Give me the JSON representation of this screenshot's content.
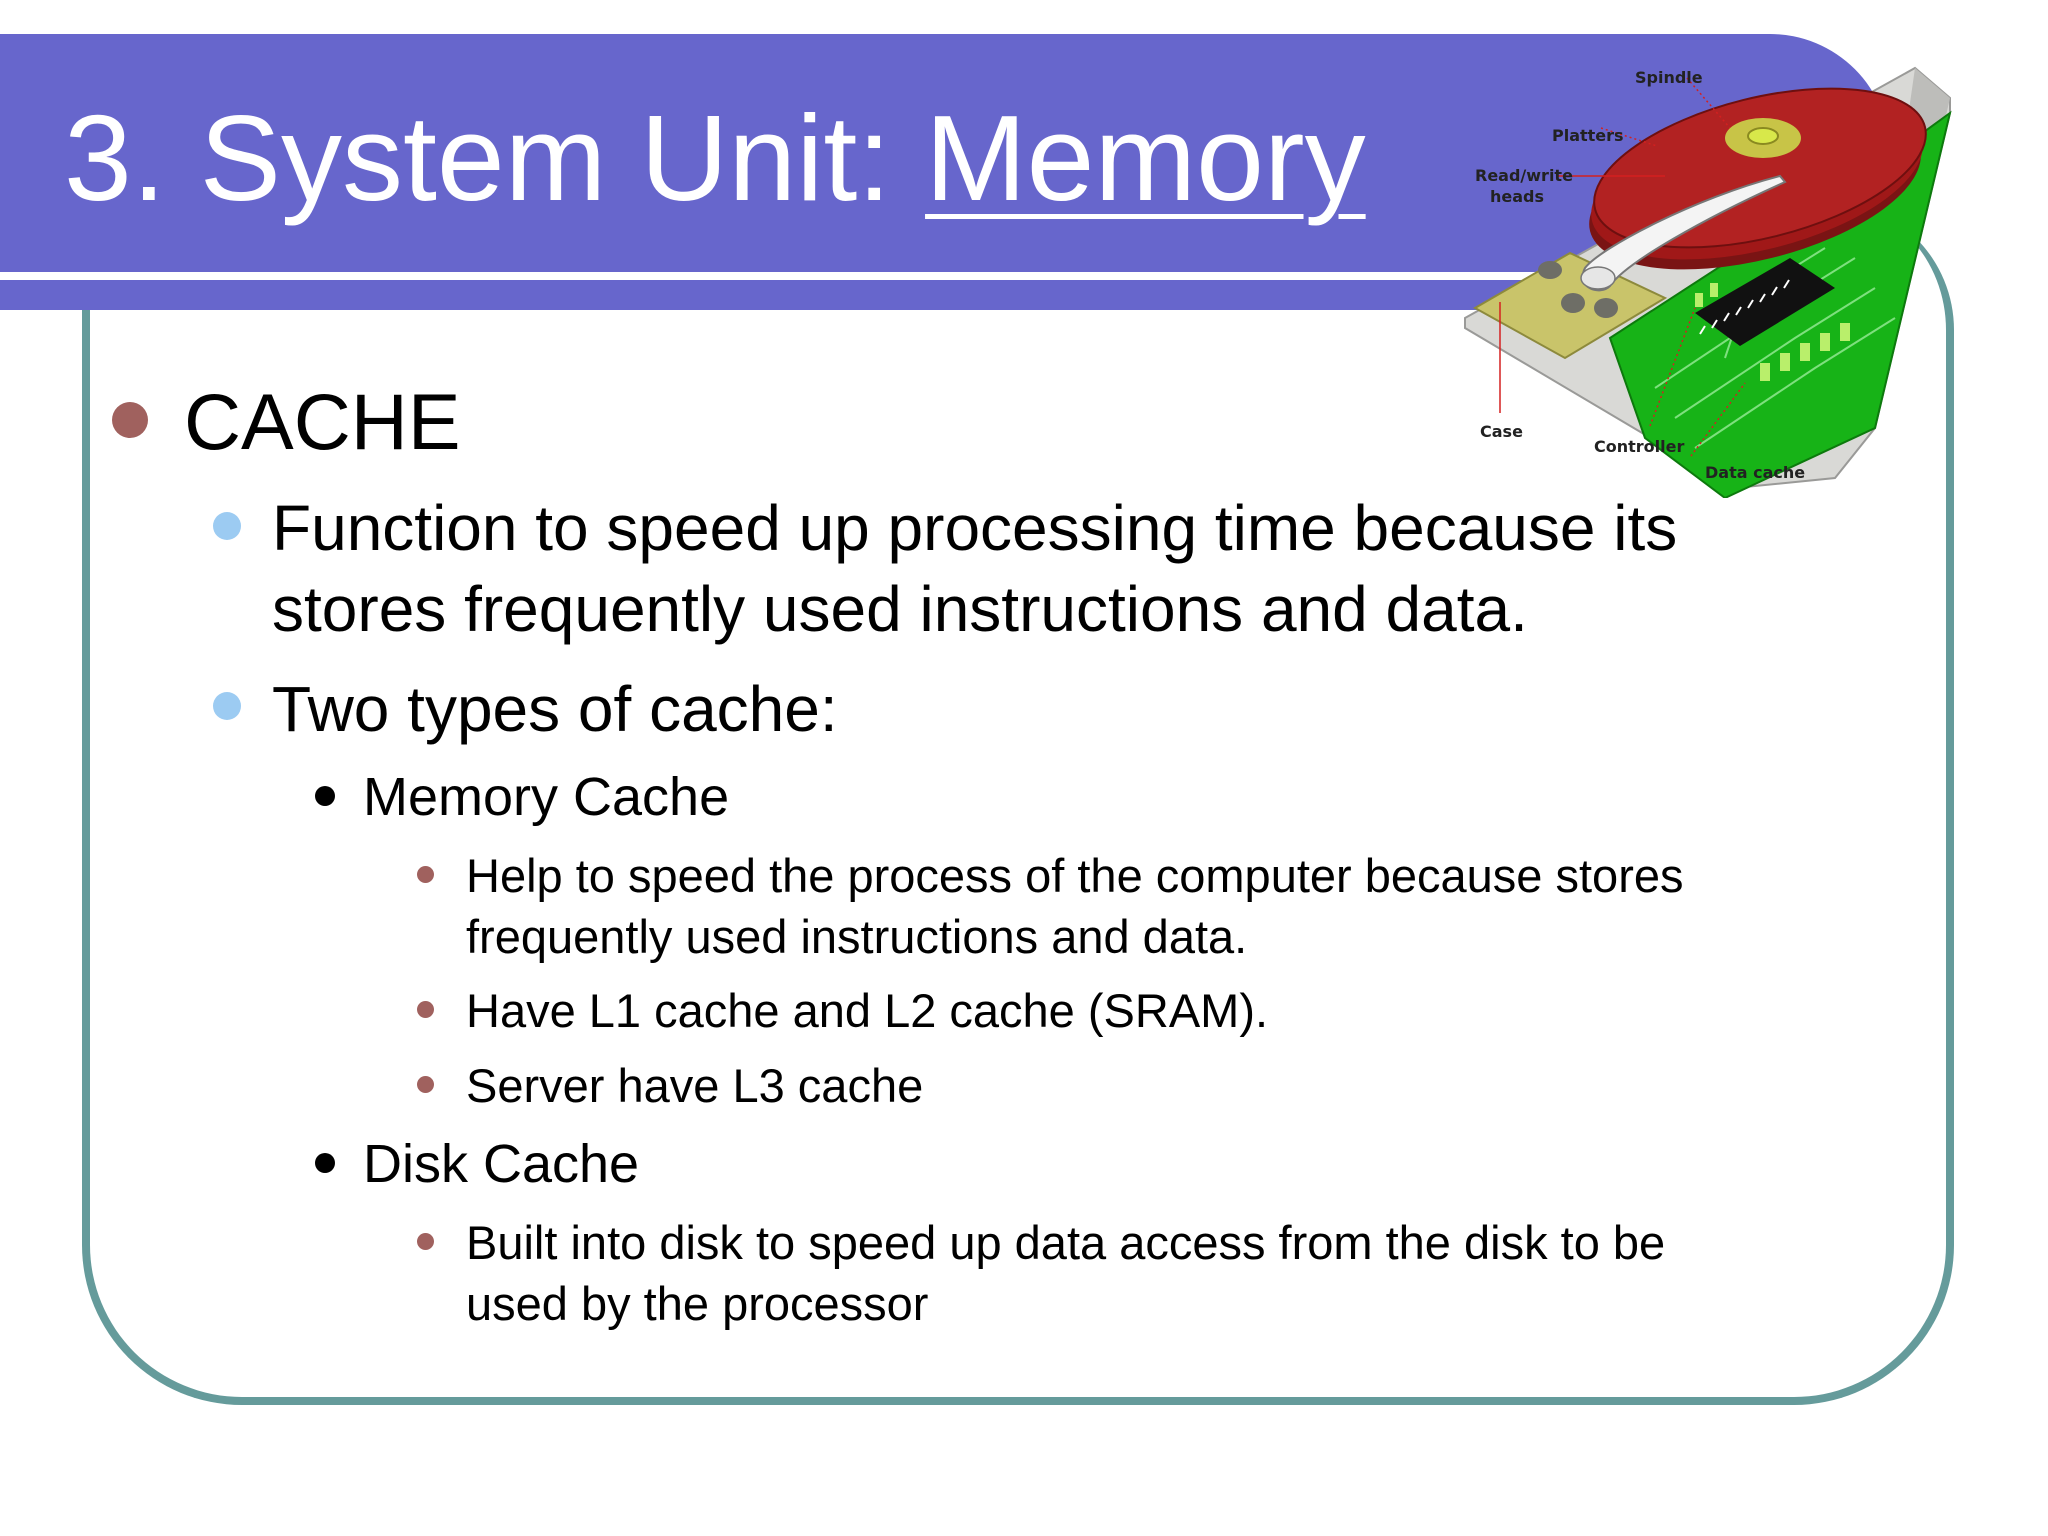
{
  "slide": {
    "title_prefix": "3. System Unit: ",
    "title_accent": "Memory",
    "colors": {
      "title_band": "#6766cc",
      "frame": "#659b9b",
      "bullet_l1": "#a0615e",
      "bullet_l2": "#9ccbf2",
      "bullet_l3": "#000000",
      "bullet_l4": "#a0615e"
    }
  },
  "content": {
    "heading": "CACHE",
    "function_line1": "Function to speed up processing time because its",
    "function_line2": "stores frequently used instructions and data.",
    "types_label": "Two types of cache:",
    "memory_cache": {
      "label": "Memory Cache",
      "point1_line1": "Help to speed the process of the computer because stores",
      "point1_line2": "frequently used instructions and data.",
      "point2": "Have L1 cache and L2 cache (SRAM).",
      "point3": "Server have L3 cache"
    },
    "disk_cache": {
      "label": "Disk Cache",
      "point1_line1": "Built into disk to speed up data access from the disk to be",
      "point1_line2": "used by the processor"
    }
  },
  "illustration": {
    "labels": {
      "spindle": "Spindle",
      "platters": "Platters",
      "read_write_1": "Read/write",
      "read_write_2": "heads",
      "case": "Case",
      "controller": "Controller",
      "data_cache": "Data cache"
    }
  }
}
